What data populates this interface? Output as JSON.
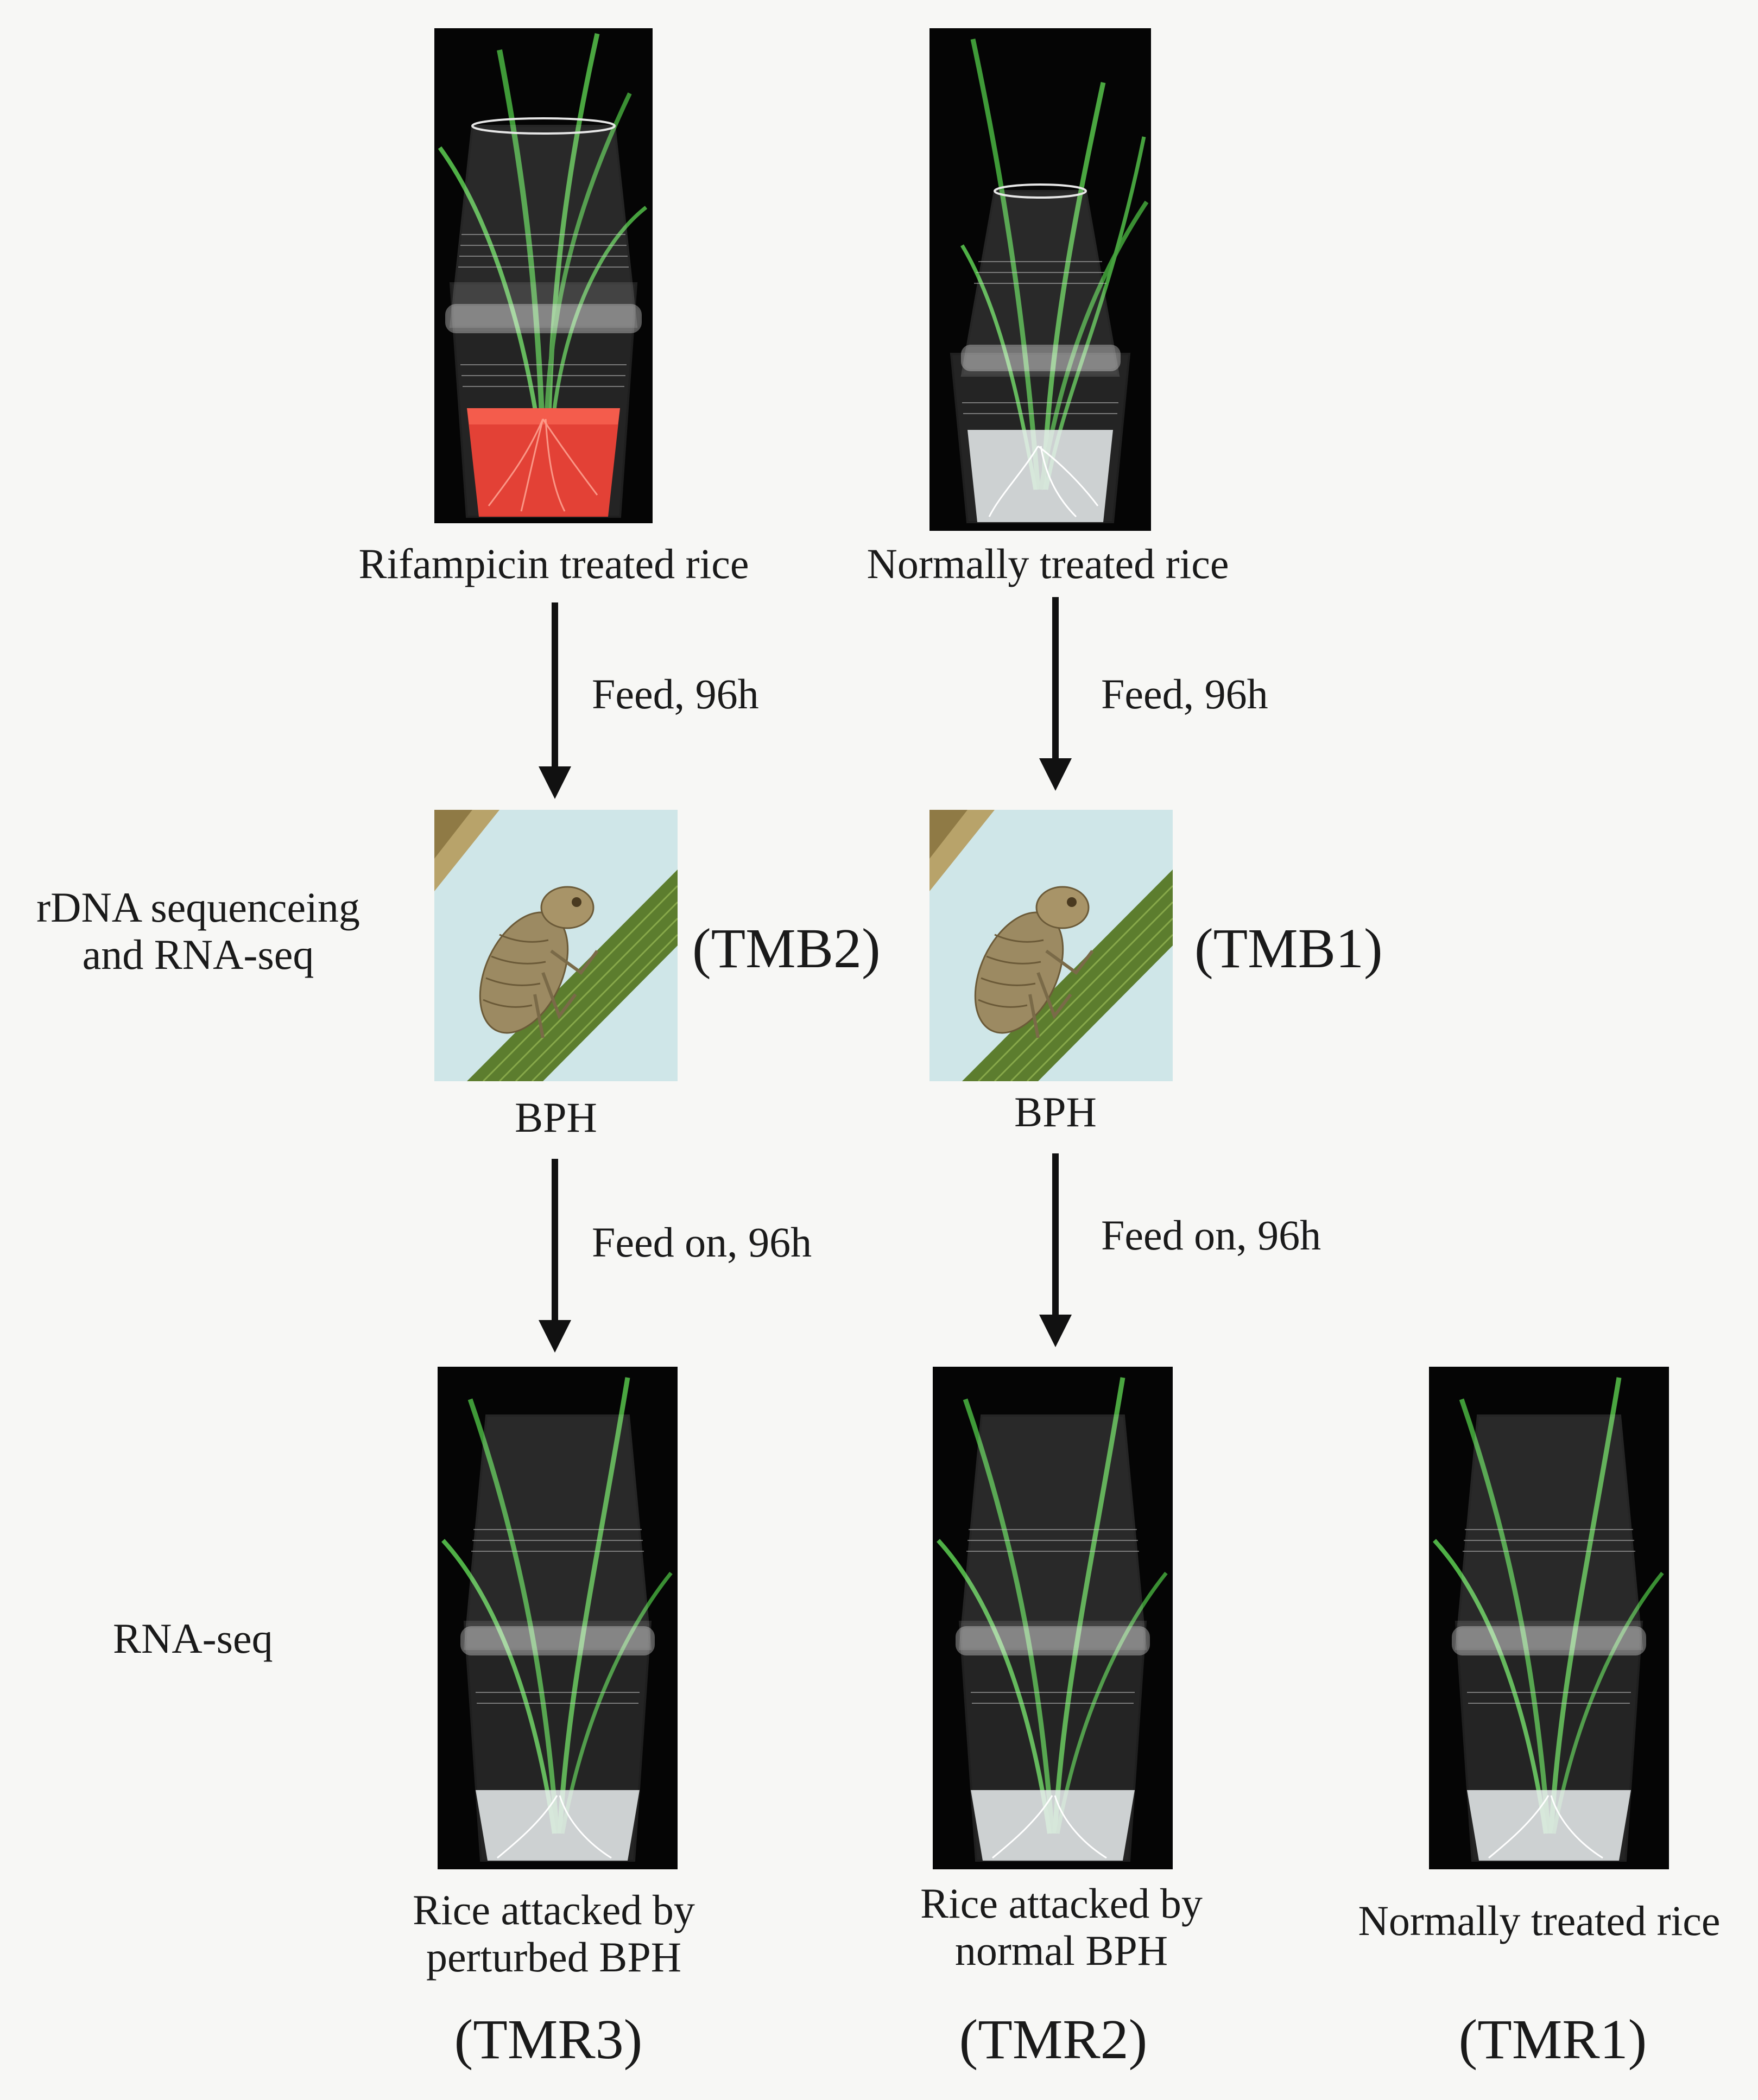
{
  "top": {
    "left_caption": "Rifampicin treated rice",
    "right_caption": "Normally treated rice"
  },
  "arrows_upper": {
    "left_label": "Feed,  96h",
    "right_label": "Feed, 96h"
  },
  "middle": {
    "row_label_line1": "rDNA sequenceing",
    "row_label_line2": "and RNA-seq",
    "left_code": "(TMB2)",
    "right_code": "(TMB1)",
    "left_caption": "BPH",
    "right_caption": "BPH"
  },
  "arrows_lower": {
    "left_label": "Feed on, 96h",
    "right_label": "Feed on, 96h"
  },
  "bottom": {
    "row_label": "RNA-seq",
    "left_caption_line1": "Rice attacked by",
    "left_caption_line2": "perturbed BPH",
    "mid_caption_line1": "Rice attacked by",
    "mid_caption_line2": "normal BPH",
    "right_caption": "Normally treated rice",
    "left_code": "(TMR3)",
    "mid_code": "(TMR2)",
    "right_code": "(TMR1)"
  },
  "colors": {
    "background": "#f7f7f5",
    "photo_background": "#050505",
    "rifampicin_solution": "#e0261a",
    "leaf_green": "#3f9a38",
    "insect_body": "#9c8a62"
  }
}
